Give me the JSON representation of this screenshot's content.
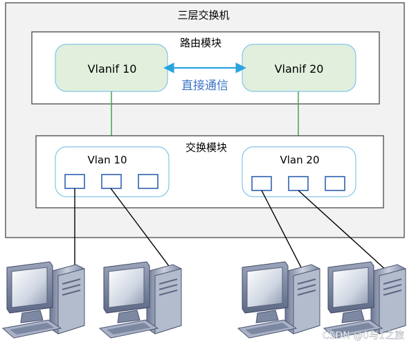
{
  "switch": {
    "title": "三层交换机"
  },
  "routing_module": {
    "title": "路由模块",
    "vlanif_left": "Vlanif 10",
    "vlanif_right": "Vlanif 20",
    "direct_comm": "直接通信"
  },
  "switching_module": {
    "title": "交换模块",
    "vlan_left": "Vlan 10",
    "vlan_right": "Vlan 20",
    "ports_per_vlan": 3
  },
  "computers": {
    "count": 4
  },
  "watermark": "CSDN @0与1之旅",
  "colors": {
    "outer_bg": "#f2f2f2",
    "border": "#3a3a3a",
    "vlanif_fill": "#e1efdc",
    "vlanif_stroke": "#82c4e8",
    "green_line": "#4ea85b",
    "blue_arrow": "#2aa4e0",
    "direct_text": "#3d74c6",
    "port_stroke": "#2f62b0"
  }
}
